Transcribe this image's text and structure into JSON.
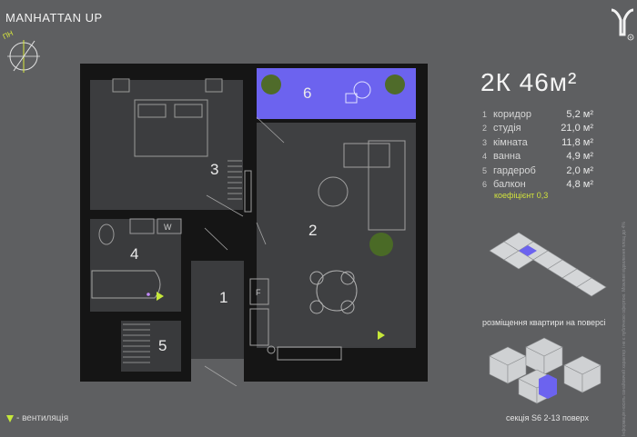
{
  "brand": "MANHATTAN UP",
  "compass_label": "ПН",
  "apartment": {
    "title": "2К 46м²",
    "areas": [
      {
        "num": "1",
        "name": "коридор",
        "value": "5,2 м²"
      },
      {
        "num": "2",
        "name": "студія",
        "value": "21,0 м²"
      },
      {
        "num": "3",
        "name": "кімната",
        "value": "11,8 м²"
      },
      {
        "num": "4",
        "name": "ванна",
        "value": "4,9 м²"
      },
      {
        "num": "5",
        "name": "гардероб",
        "value": "2,0 м²"
      },
      {
        "num": "6",
        "name": "балкон",
        "value": "4,8 м²"
      }
    ],
    "coefficient": "коефіцієнт 0,3"
  },
  "plan": {
    "room_numbers": [
      "1",
      "2",
      "3",
      "4",
      "5",
      "6"
    ],
    "fixture_labels": {
      "washer": "W",
      "fridge": "F"
    }
  },
  "floor_caption": "розміщення квартири на поверсі",
  "section_caption": "секція S6 2-13 поверх",
  "legend": {
    "label": "- вентиляція"
  },
  "colors": {
    "background": "#5e5f61",
    "floor": "#3b3c3e",
    "wall": "#151515",
    "balcony": "#6e64ee",
    "accent": "#c6e83a"
  },
  "side_note": "Інформація носить ознайомчий характер і не є публічною офертою. Можливі відхилення площ до 4%"
}
